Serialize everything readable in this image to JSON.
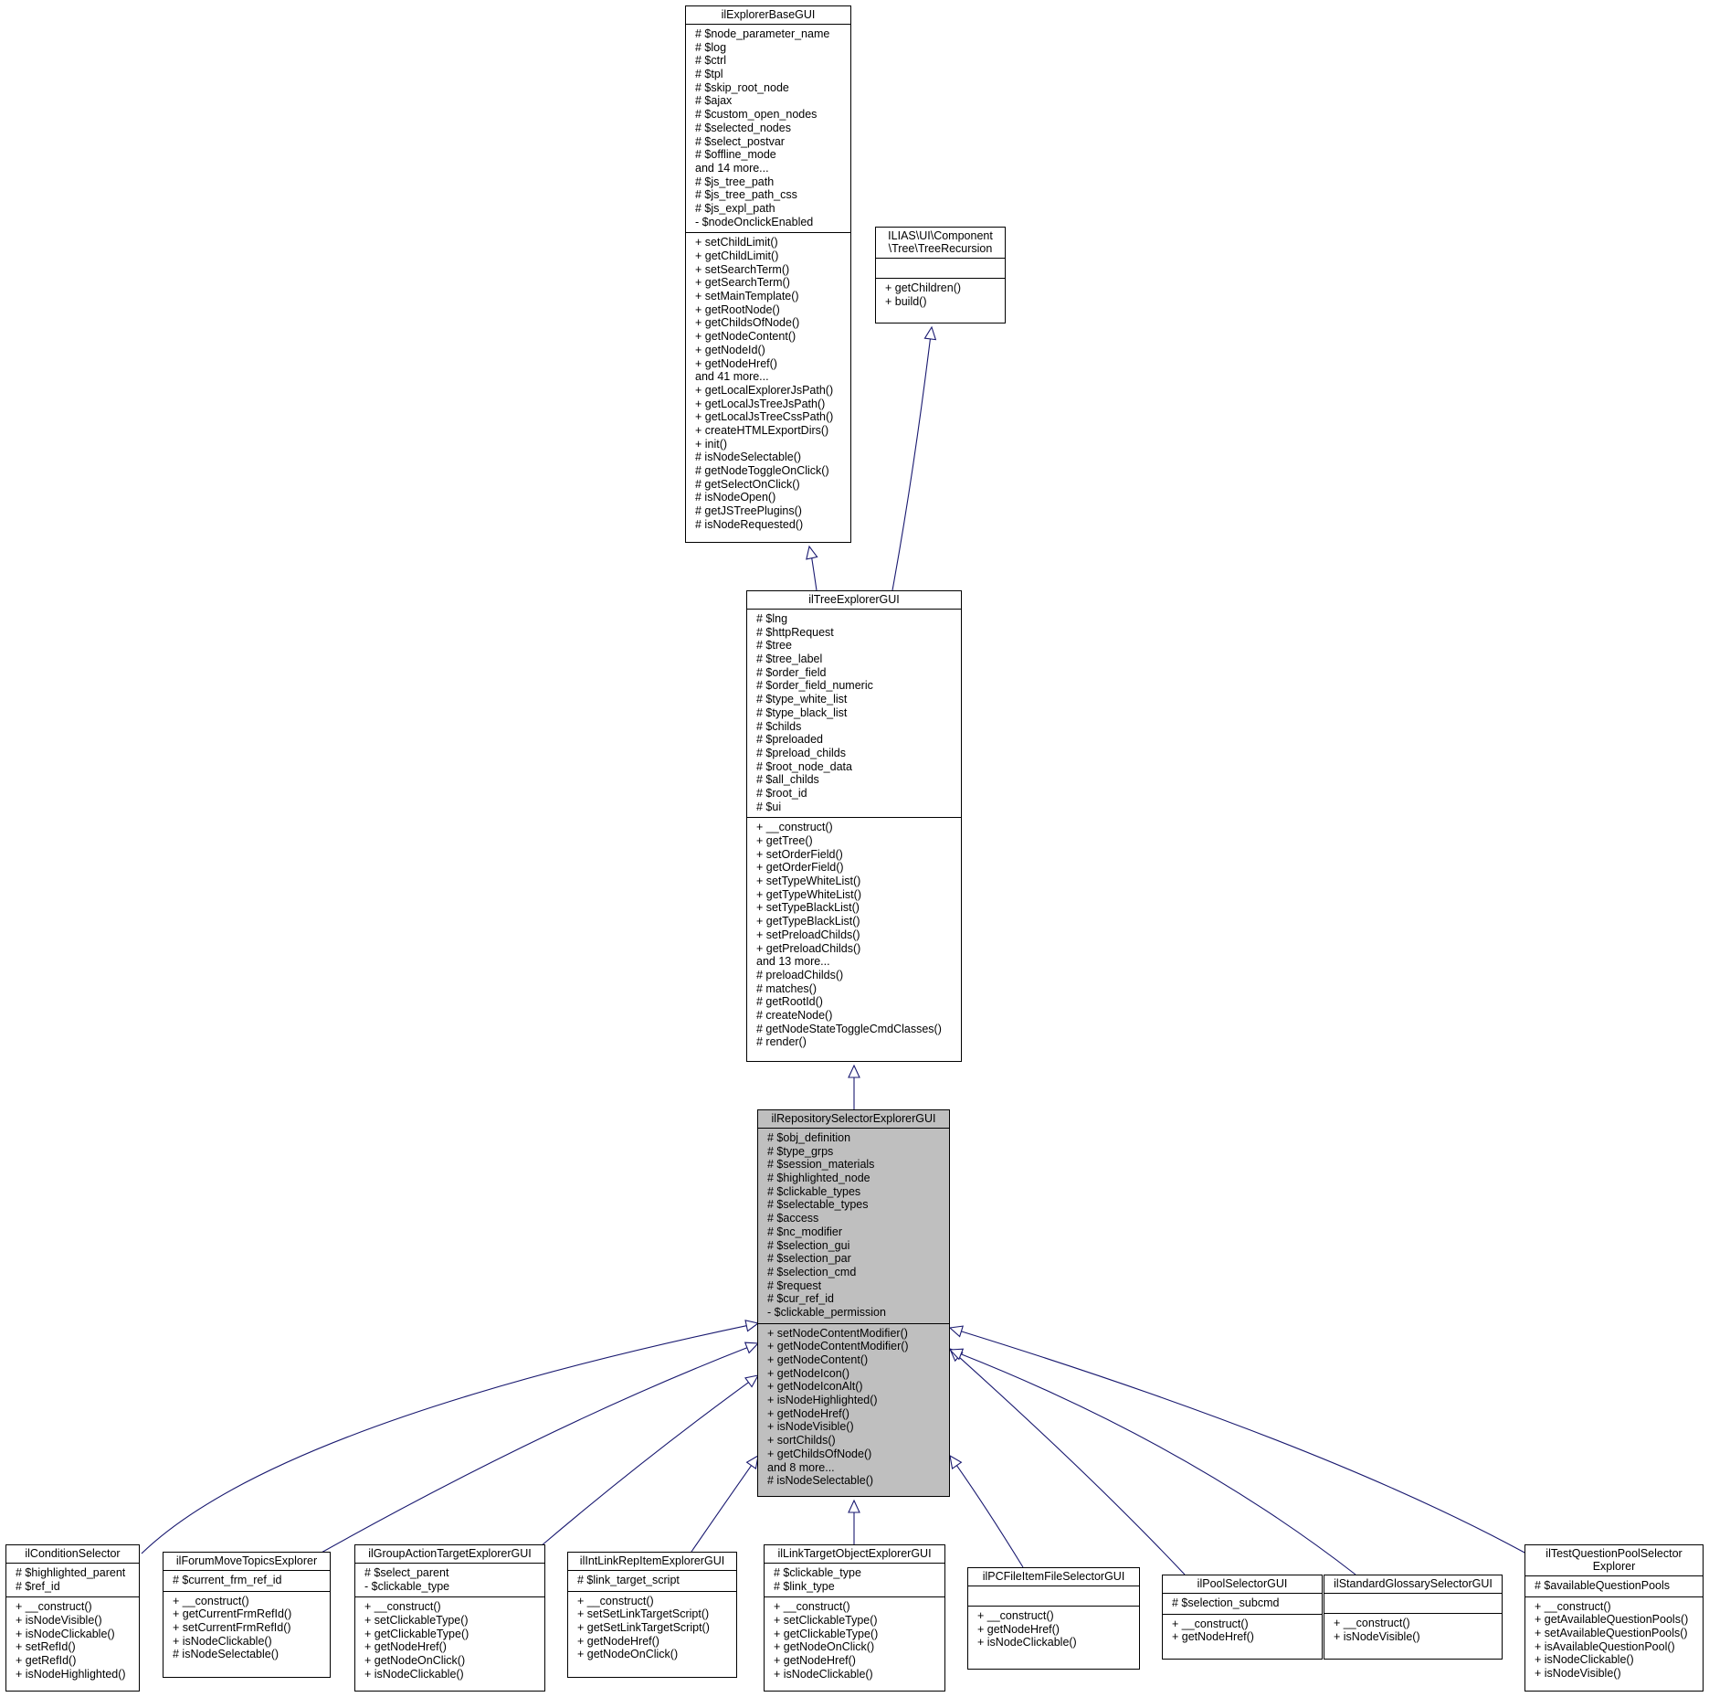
{
  "classes": [
    {
      "id": "explorer_base",
      "name": "ilExplorerBaseGUI",
      "attributes": [
        "# $node_parameter_name",
        "# $log",
        "# $ctrl",
        "# $tpl",
        "# $skip_root_node",
        "# $ajax",
        "# $custom_open_nodes",
        "# $selected_nodes",
        "# $select_postvar",
        "# $offline_mode",
        "and 14 more...",
        "# $js_tree_path",
        "# $js_tree_path_css",
        "# $js_expl_path",
        "- $nodeOnclickEnabled"
      ],
      "methods": [
        "+ setChildLimit()",
        "+ getChildLimit()",
        "+ setSearchTerm()",
        "+ getSearchTerm()",
        "+ setMainTemplate()",
        "+ getRootNode()",
        "+ getChildsOfNode()",
        "+ getNodeContent()",
        "+ getNodeId()",
        "+ getNodeHref()",
        "and 41 more...",
        "+ getLocalExplorerJsPath()",
        "+ getLocalJsTreeJsPath()",
        "+ getLocalJsTreeCssPath()",
        "+ createHTMLExportDirs()",
        "+ init()",
        "# isNodeSelectable()",
        "# getNodeToggleOnClick()",
        "# getSelectOnClick()",
        "# isNodeOpen()",
        "# getJSTreePlugins()",
        "# isNodeRequested()"
      ]
    },
    {
      "id": "tree_recursion",
      "name": "ILIAS\\UI\\Component\n\\Tree\\TreeRecursion",
      "attributes": [],
      "methods": [
        "+ getChildren()",
        "+ build()"
      ]
    },
    {
      "id": "tree_explorer",
      "name": "ilTreeExplorerGUI",
      "attributes": [
        "# $lng",
        "# $httpRequest",
        "# $tree",
        "# $tree_label",
        "# $order_field",
        "# $order_field_numeric",
        "# $type_white_list",
        "# $type_black_list",
        "# $childs",
        "# $preloaded",
        "# $preload_childs",
        "# $root_node_data",
        "# $all_childs",
        "# $root_id",
        "# $ui"
      ],
      "methods": [
        "+ __construct()",
        "+ getTree()",
        "+ setOrderField()",
        "+ getOrderField()",
        "+ setTypeWhiteList()",
        "+ getTypeWhiteList()",
        "+ setTypeBlackList()",
        "+ getTypeBlackList()",
        "+ setPreloadChilds()",
        "+ getPreloadChilds()",
        "and 13 more...",
        "# preloadChilds()",
        "# matches()",
        "# getRootId()",
        "# createNode()",
        "# getNodeStateToggleCmdClasses()",
        "# render()"
      ]
    },
    {
      "id": "repo_selector",
      "name": "ilRepositorySelectorExplorerGUI",
      "focus": true,
      "attributes": [
        "# $obj_definition",
        "# $type_grps",
        "# $session_materials",
        "# $highlighted_node",
        "# $clickable_types",
        "# $selectable_types",
        "# $access",
        "# $nc_modifier",
        "# $selection_gui",
        "# $selection_par",
        "# $selection_cmd",
        "# $request",
        "# $cur_ref_id",
        "- $clickable_permission"
      ],
      "methods": [
        "+ setNodeContentModifier()",
        "+ getNodeContentModifier()",
        "+ getNodeContent()",
        "+ getNodeIcon()",
        "+ getNodeIconAlt()",
        "+ isNodeHighlighted()",
        "+ getNodeHref()",
        "+ isNodeVisible()",
        "+ sortChilds()",
        "+ getChildsOfNode()",
        "and 8 more...",
        "# isNodeSelectable()"
      ]
    },
    {
      "id": "condition_selector",
      "name": "ilConditionSelector",
      "attributes": [
        "# $highlighted_parent",
        "# $ref_id"
      ],
      "methods": [
        "+ __construct()",
        "+ isNodeVisible()",
        "+ isNodeClickable()",
        "+ setRefId()",
        "+ getRefId()",
        "+ isNodeHighlighted()"
      ]
    },
    {
      "id": "forum_move",
      "name": "ilForumMoveTopicsExplorer",
      "attributes": [
        "# $current_frm_ref_id"
      ],
      "methods": [
        "+ __construct()",
        "+ getCurrentFrmRefId()",
        "+ setCurrentFrmRefId()",
        "+ isNodeClickable()",
        "# isNodeSelectable()"
      ]
    },
    {
      "id": "group_action",
      "name": "ilGroupActionTargetExplorerGUI",
      "attributes": [
        "# $select_parent",
        "- $clickable_type"
      ],
      "methods": [
        "+ __construct()",
        "+ setClickableType()",
        "+ getClickableType()",
        "+ getNodeHref()",
        "+ getNodeOnClick()",
        "+ isNodeClickable()"
      ]
    },
    {
      "id": "int_link",
      "name": "ilIntLinkRepItemExplorerGUI",
      "attributes": [
        "# $link_target_script"
      ],
      "methods": [
        "+ __construct()",
        "+ setSetLinkTargetScript()",
        "+ getSetLinkTargetScript()",
        "+ getNodeHref()",
        "+ getNodeOnClick()"
      ]
    },
    {
      "id": "link_target",
      "name": "ilLinkTargetObjectExplorerGUI",
      "attributes": [
        "# $clickable_type",
        "# $link_type"
      ],
      "methods": [
        "+ __construct()",
        "+ setClickableType()",
        "+ getClickableType()",
        "+ getNodeOnClick()",
        "+ getNodeHref()",
        "+ isNodeClickable()"
      ]
    },
    {
      "id": "pc_file",
      "name": "ilPCFileItemFileSelectorGUI",
      "attributes": [],
      "methods": [
        "+ __construct()",
        "+ getNodeHref()",
        "+ isNodeClickable()"
      ]
    },
    {
      "id": "pool_selector",
      "name": "ilPoolSelectorGUI",
      "attributes": [
        "# $selection_subcmd"
      ],
      "methods": [
        "+ __construct()",
        "+ getNodeHref()"
      ]
    },
    {
      "id": "std_glossary",
      "name": "ilStandardGlossarySelectorGUI",
      "attributes": [],
      "methods": [
        "+ __construct()",
        "+ isNodeVisible()"
      ]
    },
    {
      "id": "test_pool",
      "name": "ilTestQuestionPoolSelector\nExplorer",
      "attributes": [
        "# $availableQuestionPools"
      ],
      "methods": [
        "+ __construct()",
        "+ getAvailableQuestionPools()",
        "+ setAvailableQuestionPools()",
        "+ isAvailableQuestionPool()",
        "+ isNodeClickable()",
        "+ isNodeVisible()"
      ]
    }
  ],
  "inheritance": [
    {
      "child": "tree_explorer",
      "parent": "explorer_base"
    },
    {
      "child": "tree_explorer",
      "parent": "tree_recursion"
    },
    {
      "child": "repo_selector",
      "parent": "tree_explorer"
    },
    {
      "child": "condition_selector",
      "parent": "repo_selector"
    },
    {
      "child": "forum_move",
      "parent": "repo_selector"
    },
    {
      "child": "group_action",
      "parent": "repo_selector"
    },
    {
      "child": "int_link",
      "parent": "repo_selector"
    },
    {
      "child": "link_target",
      "parent": "repo_selector"
    },
    {
      "child": "pc_file",
      "parent": "repo_selector"
    },
    {
      "child": "pool_selector",
      "parent": "repo_selector"
    },
    {
      "child": "std_glossary",
      "parent": "repo_selector"
    },
    {
      "child": "test_pool",
      "parent": "repo_selector"
    }
  ],
  "colors": {
    "edge": "#191970",
    "focus_fill": "#bfbfbf",
    "box_fill": "#ffffff",
    "border": "#000000"
  }
}
